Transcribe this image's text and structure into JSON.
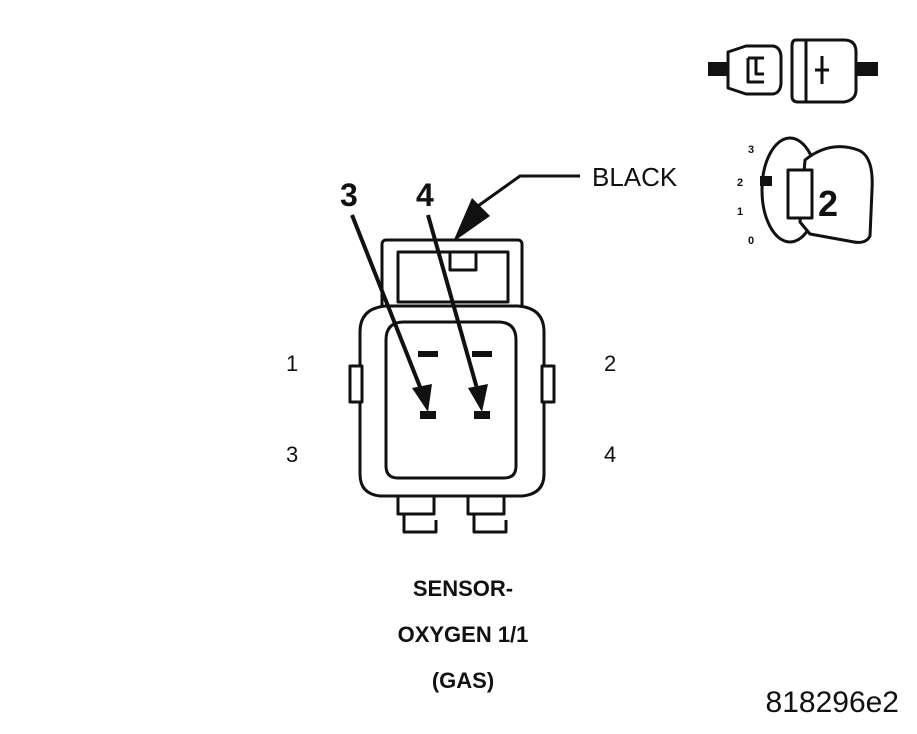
{
  "callout": {
    "color_label": "BLACK"
  },
  "arrows": {
    "left": "3",
    "right": "4"
  },
  "cavities": {
    "top_left": "1",
    "top_right": "2",
    "bottom_left": "3",
    "bottom_right": "4"
  },
  "title_lines": [
    "SENSOR-",
    "OXYGEN 1/1",
    "(GAS)"
  ],
  "figure_id": "818296e2",
  "position_scale": {
    "ticks": [
      "3",
      "2",
      "1",
      "0"
    ],
    "selected": "2"
  },
  "colors": {
    "ink": "#111111",
    "background": "#ffffff"
  }
}
